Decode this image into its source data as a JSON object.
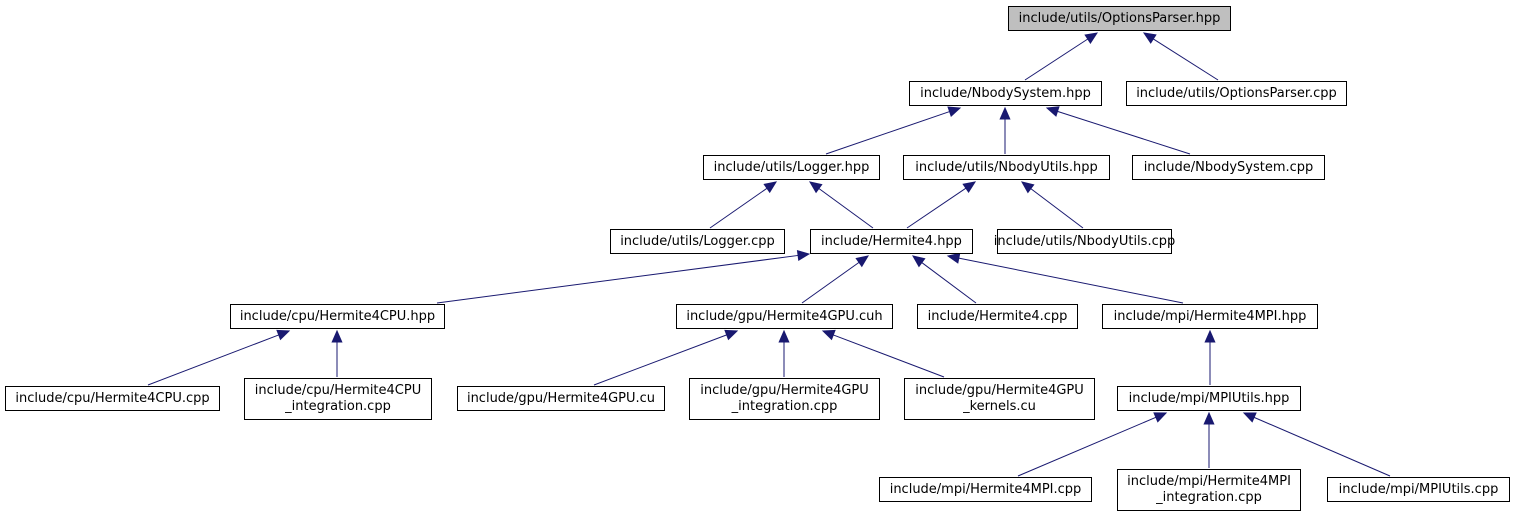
{
  "graph": {
    "colors": {
      "edge": "#191970",
      "root_fill": "#bfbfbf",
      "node_fill": "#ffffff",
      "border": "#000000"
    },
    "nodes": {
      "options_parser_hpp": "include/utils/OptionsParser.hpp",
      "nbody_system_hpp": "include/NbodySystem.hpp",
      "options_parser_cpp": "include/utils/OptionsParser.cpp",
      "logger_hpp": "include/utils/Logger.hpp",
      "nbody_utils_hpp": "include/utils/NbodyUtils.hpp",
      "nbody_system_cpp": "include/NbodySystem.cpp",
      "logger_cpp": "include/utils/Logger.cpp",
      "hermite4_hpp": "include/Hermite4.hpp",
      "nbody_utils_cpp": "include/utils/NbodyUtils.cpp",
      "hermite4cpu_hpp": "include/cpu/Hermite4CPU.hpp",
      "hermite4gpu_cuh": "include/gpu/Hermite4GPU.cuh",
      "hermite4_cpp": "include/Hermite4.cpp",
      "hermite4mpi_hpp": "include/mpi/Hermite4MPI.hpp",
      "hermite4cpu_cpp": "include/cpu/Hermite4CPU.cpp",
      "hermite4cpu_integration_cpp": "include/cpu/Hermite4CPU\n_integration.cpp",
      "hermite4gpu_cu": "include/gpu/Hermite4GPU.cu",
      "hermite4gpu_integration_cpp": "include/gpu/Hermite4GPU\n_integration.cpp",
      "hermite4gpu_kernels_cu": "include/gpu/Hermite4GPU\n_kernels.cu",
      "mpiutils_hpp": "include/mpi/MPIUtils.hpp",
      "hermite4mpi_cpp": "include/mpi/Hermite4MPI.cpp",
      "hermite4mpi_integration_cpp": "include/mpi/Hermite4MPI\n_integration.cpp",
      "mpiutils_cpp": "include/mpi/MPIUtils.cpp"
    }
  }
}
